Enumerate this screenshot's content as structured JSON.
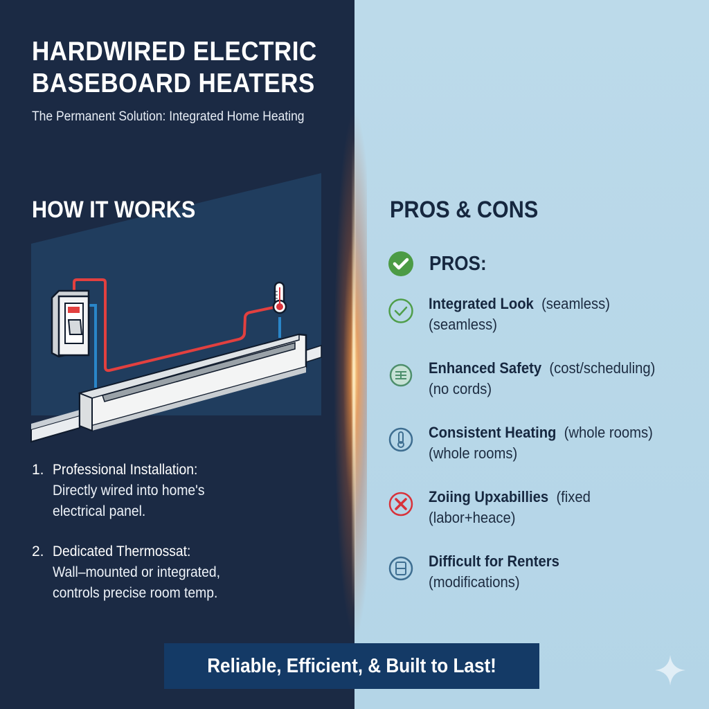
{
  "header": {
    "title_line1": "HARDWIRED ELECTRIC",
    "title_line2": "BASEBOARD HEATERS",
    "subtitle": "The Permanent Solution: Integrated Home Heating"
  },
  "how_it_works": {
    "heading": "HOW IT WORKS",
    "illustration": {
      "elements": [
        "electrical-panel",
        "breaker-switch",
        "hot-wire",
        "neutral-wire",
        "thermostat",
        "baseboard-heater",
        "baseboard-trim"
      ],
      "colors": {
        "wall": "#203d5e",
        "hot_wire": "#e2403f",
        "neutral_wire": "#2a86c9",
        "heater": "#f2f3f3"
      }
    },
    "steps": [
      {
        "number": "1.",
        "title": "Professional Installation:",
        "desc_line1": "Directly wired into home's",
        "desc_line2": "electrical panel."
      },
      {
        "number": "2.",
        "title": "Dedicated Thermossat:",
        "desc_line1": "Wall–mounted or integrated,",
        "desc_line2": "controls precise room temp."
      }
    ]
  },
  "pros_cons": {
    "heading": "PROS & CONS",
    "pros_label": "PROS:",
    "items": [
      {
        "icon": "check-circle-outline-icon",
        "color": "#4f9e4a",
        "bold": "Integrated Look",
        "note": "(seamless)",
        "line2": "(seamless)"
      },
      {
        "icon": "safety-grid-icon",
        "color": "#4e8f6c",
        "bold": "Enhanced Safety",
        "note": "(cost/scheduling)",
        "line2": "(no cords)"
      },
      {
        "icon": "thermometer-icon",
        "color": "#3e6e91",
        "bold": "Consistent Heating",
        "note": "(whole rooms)",
        "line2": "(whole rooms)"
      },
      {
        "icon": "x-circle-icon",
        "color": "#d8323a",
        "bold": "Zoiing Upxabillies",
        "note": "(fixed",
        "line2": "(labor+heace)"
      },
      {
        "icon": "building-icon",
        "color": "#3e6e91",
        "bold": "Difficult for Renters",
        "note": "",
        "line2": "(modifications)"
      }
    ]
  },
  "banner": {
    "text": "Reliable, Efficient, & Built to Last!"
  },
  "colors": {
    "left_bg": "#1b2a44",
    "right_bg": "#b7d7e8",
    "banner_bg": "#143a66",
    "pros_green": "#4c9b45"
  }
}
